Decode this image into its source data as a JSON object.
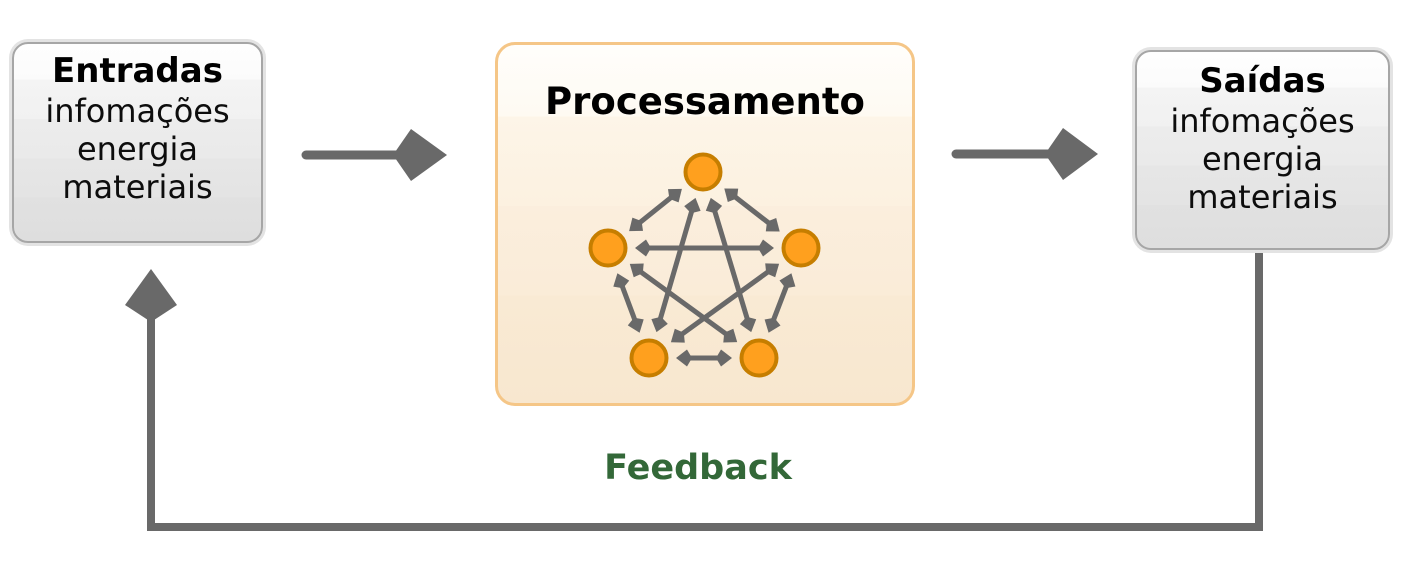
{
  "boxes": {
    "inputs": {
      "title": "Entradas",
      "lines": [
        "infomações",
        "energia",
        "materiais"
      ]
    },
    "process": {
      "title": "Processamento",
      "network": {
        "node_count": 5,
        "topology": "fully-connected",
        "edge_style": "double-headed-arrows"
      }
    },
    "outputs": {
      "title": "Saídas",
      "lines": [
        "infomações",
        "energia",
        "materiais"
      ]
    }
  },
  "feedback": {
    "label": "Feedback"
  },
  "colors": {
    "arrow": "#696969",
    "node_fill": "#FFA01E",
    "node_stroke": "#C67E00",
    "process_border": "#F5C687",
    "gray_box_border": "#A6A6A6",
    "feedback_text": "#336838"
  }
}
